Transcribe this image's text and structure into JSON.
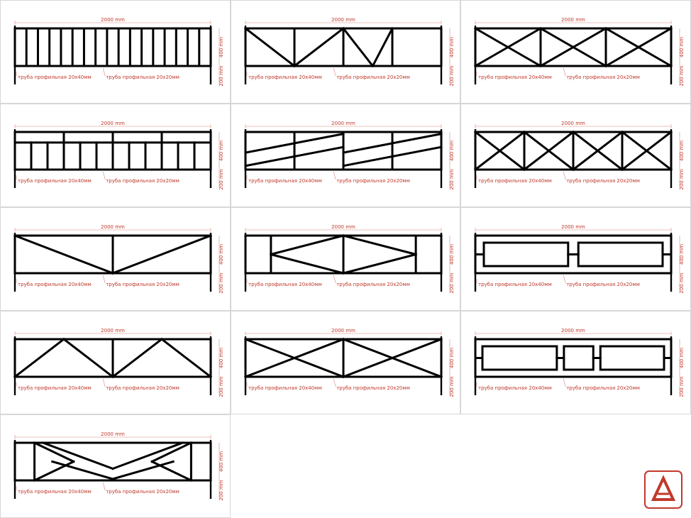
{
  "dimensions": {
    "width_label": "2000 mm",
    "height_label": "400 mm",
    "post_label": "200 mm"
  },
  "labels": {
    "post_tube": "труба профильная 20х40мм",
    "fill_tube": "труба профильная 20х20мм"
  },
  "designs": [
    {
      "id": 1,
      "pattern": "vertical-bars"
    },
    {
      "id": 2,
      "pattern": "zigzag-diagonals"
    },
    {
      "id": 3,
      "pattern": "crossed-x-three"
    },
    {
      "id": 4,
      "pattern": "two-tier-bars"
    },
    {
      "id": 5,
      "pattern": "herringbone"
    },
    {
      "id": 6,
      "pattern": "crossed-x-four"
    },
    {
      "id": 7,
      "pattern": "single-v"
    },
    {
      "id": 8,
      "pattern": "diamond-center"
    },
    {
      "id": 9,
      "pattern": "two-rectangles"
    },
    {
      "id": 10,
      "pattern": "double-a-frame"
    },
    {
      "id": 11,
      "pattern": "double-x"
    },
    {
      "id": 12,
      "pattern": "three-rectangles"
    },
    {
      "id": 13,
      "pattern": "interlocked-diamonds"
    }
  ],
  "colors": {
    "frame": "#000000",
    "label": "#c0392b",
    "grid": "#d7d7d7",
    "logo": "#c0392b"
  },
  "logo_icon": "logo-icon"
}
